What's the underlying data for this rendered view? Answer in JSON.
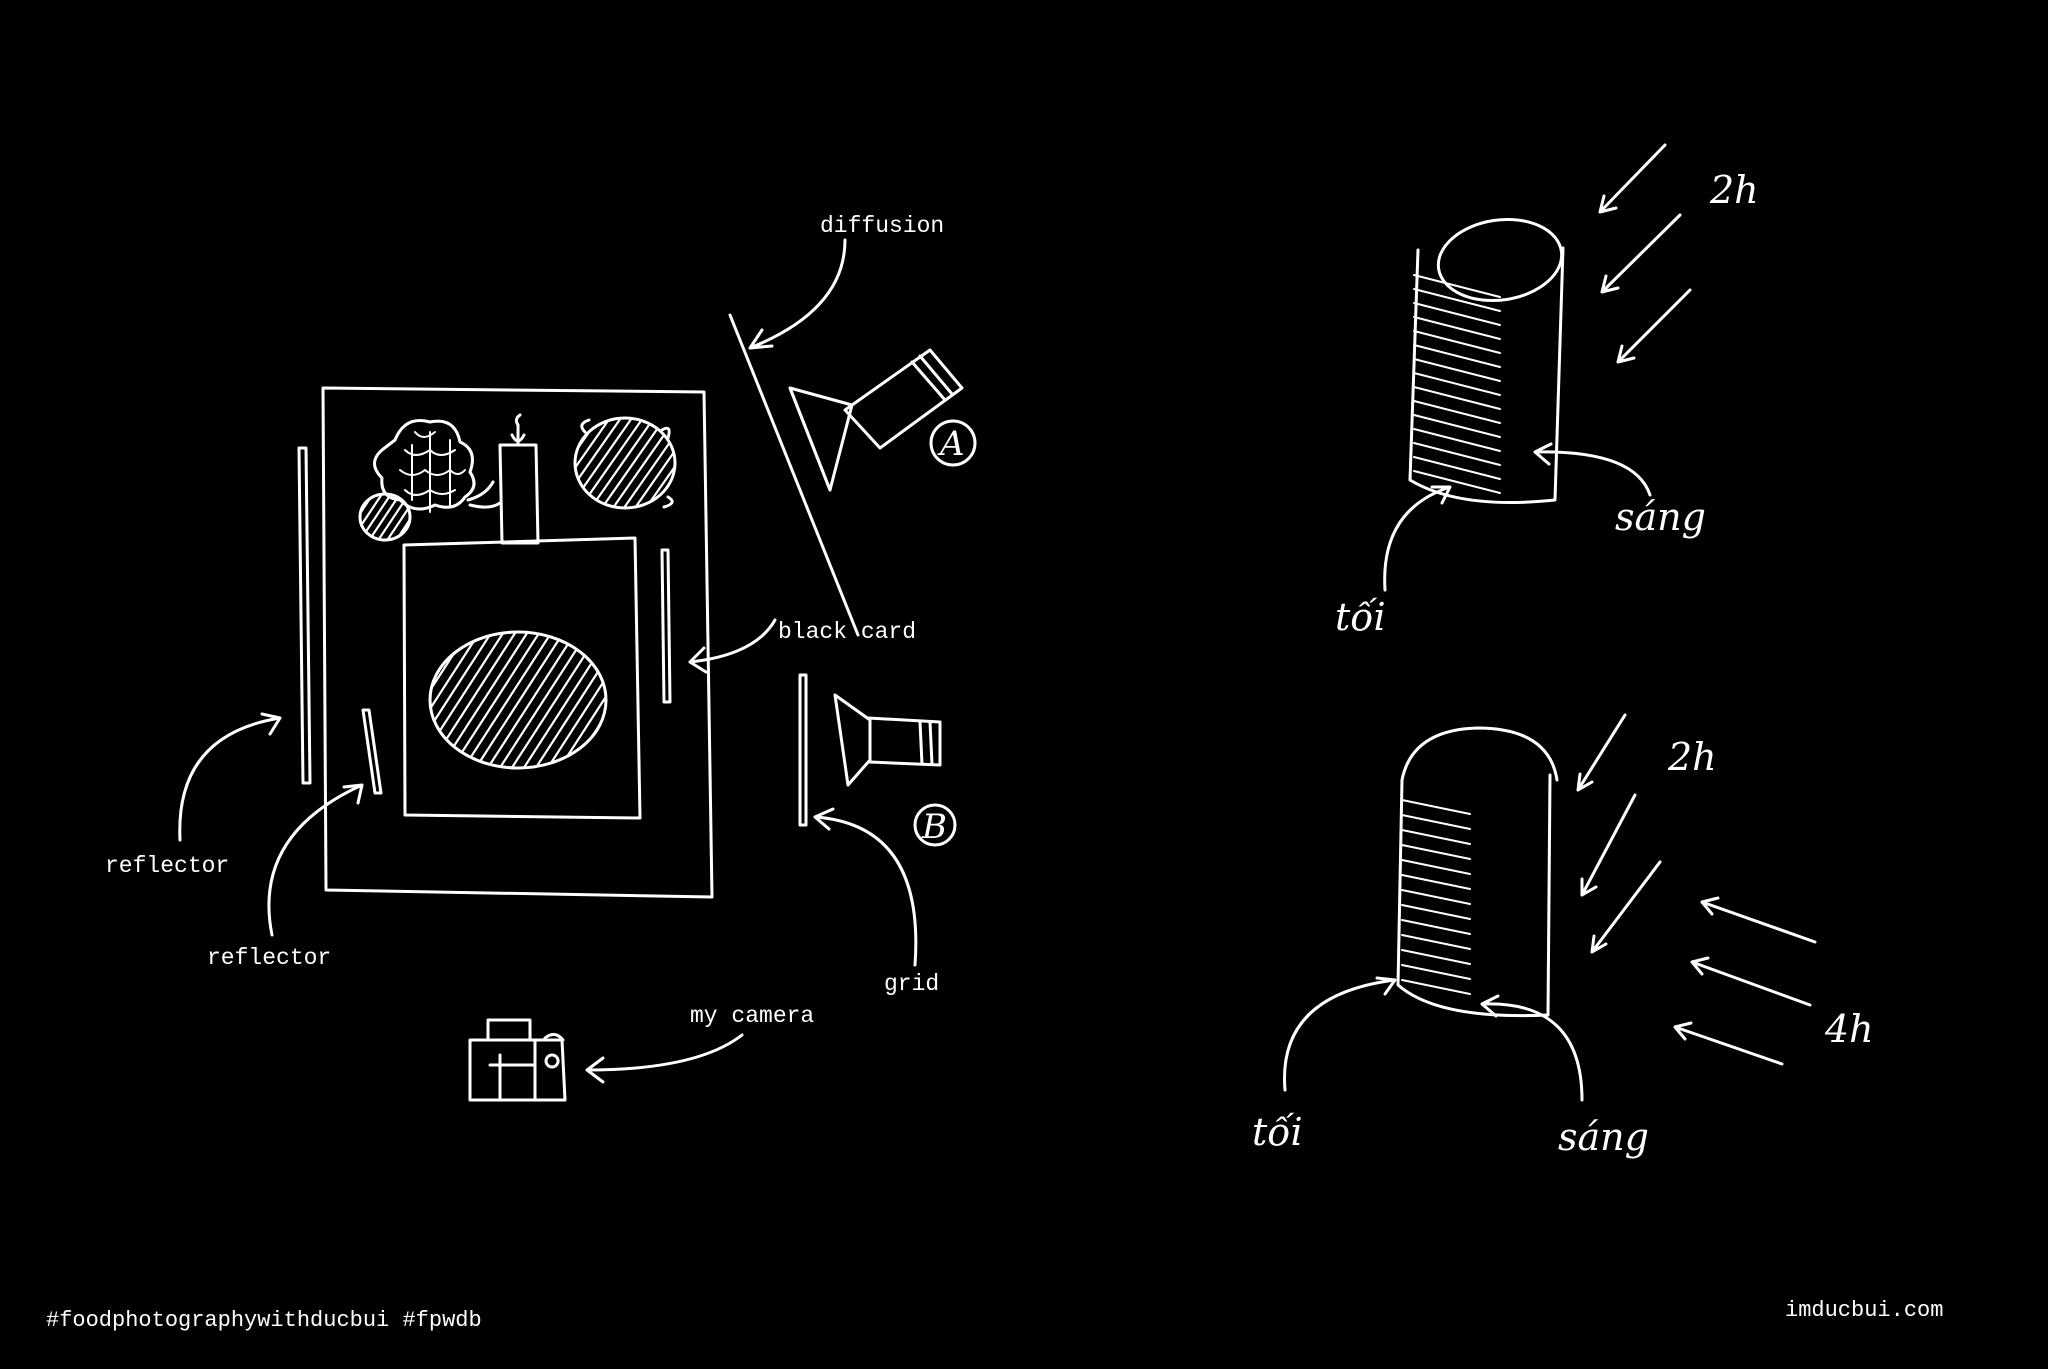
{
  "labels": {
    "diffusion": "diffusion",
    "black_card": "black card",
    "reflector_left": "reflector",
    "reflector_inner": "reflector",
    "grid": "grid",
    "my_camera": "my camera",
    "light_a": "A",
    "light_b": "B"
  },
  "right_top": {
    "time": "2h",
    "bright": "sáng",
    "dark": "tối"
  },
  "right_bottom": {
    "time_top": "2h",
    "time_side": "4h",
    "bright": "sáng",
    "dark": "tối"
  },
  "footer": {
    "hashtags": "#foodphotographywithducbui   #fpwdb",
    "website": "imducbui.com"
  },
  "colors": {
    "background": "#000000",
    "ink": "#ffffff"
  }
}
